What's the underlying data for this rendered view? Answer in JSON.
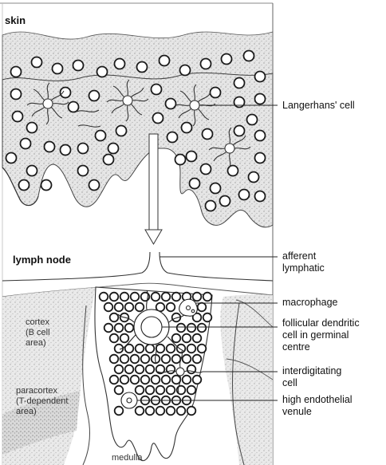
{
  "sections": {
    "top": "skin",
    "middle": "lymph node"
  },
  "regions": {
    "cortex": [
      "cortex",
      "(B cell",
      "area)"
    ],
    "paracortex": [
      "paracortex",
      "(T-dependent",
      "area)"
    ],
    "medulla": "medulla"
  },
  "callouts": {
    "langerhans": [
      "Langerhans' cell"
    ],
    "afferent": [
      "afferent",
      "lymphatic"
    ],
    "macrophage": [
      "macrophage"
    ],
    "follicular": [
      "follicular dendritic",
      "cell in germinal",
      "centre"
    ],
    "interdigitating": [
      "interdigitating",
      "cell"
    ],
    "hev": [
      "high endothelial",
      "venule"
    ]
  }
}
